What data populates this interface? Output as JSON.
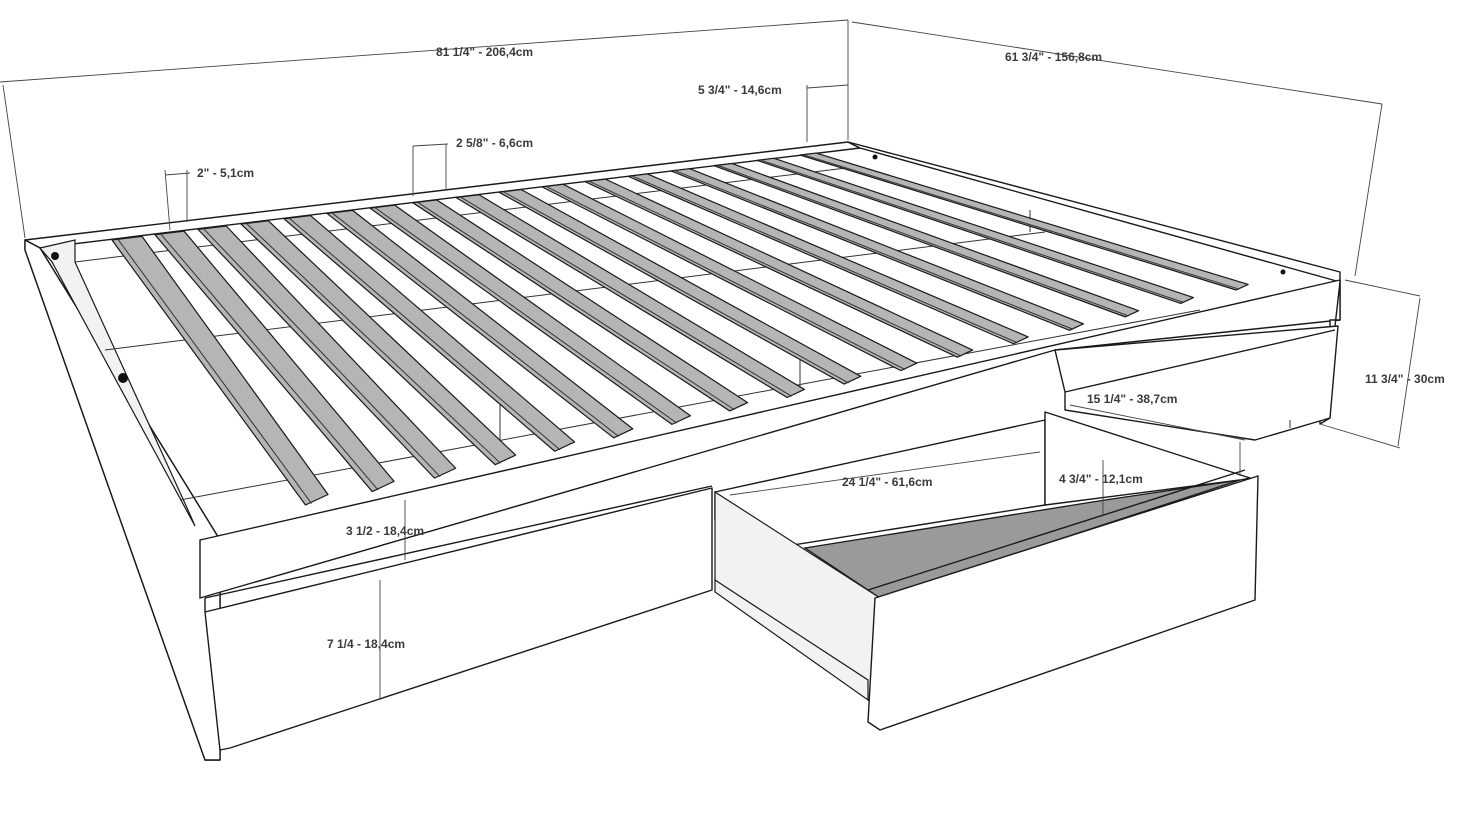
{
  "dimensions": {
    "overall_length": "81 1/4\" - 206,4cm",
    "overall_width": "61 3/4\" - 156,8cm",
    "end_gap": "5 3/4\" - 14,6cm",
    "slat_gap": "2 5/8\" - 6,6cm",
    "slat_width": "2\" - 5,1cm",
    "overall_height": "11 3/4\" - 30cm",
    "drawer_depth": "15 1/4\" - 38,7cm",
    "drawer_length": "24 1/4\" - 61,6cm",
    "drawer_height": "4 3/4\" - 12,1cm",
    "rail_height": "3 1/2 - 18,4cm",
    "drawer_front_height": "7 1/4 - 18,4cm"
  },
  "colors": {
    "line": "#1a1a1a",
    "slat": "#b5b5b5",
    "drawer_bottom": "#9a9a9a",
    "label": "#3a3a3a"
  },
  "diagram": {
    "subject": "platform bed frame with 3 storage drawers",
    "slat_count": 17,
    "drawer_count": 3
  }
}
